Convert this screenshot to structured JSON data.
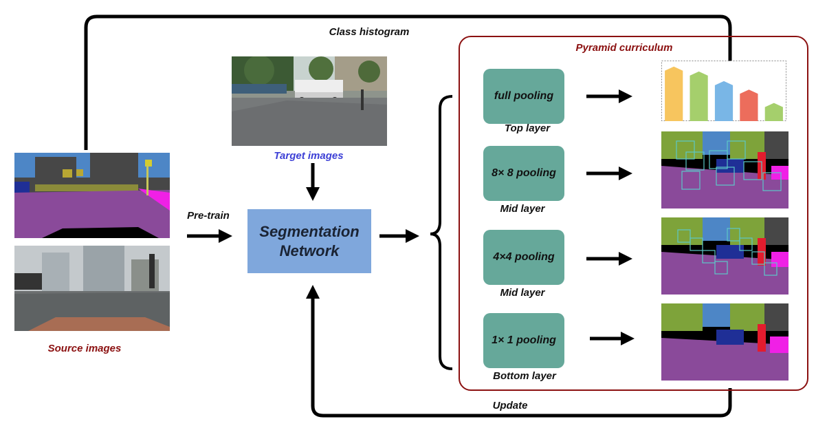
{
  "labels": {
    "class_histogram": "Class histogram",
    "pyramid_curriculum": "Pyramid curriculum",
    "target_images": "Target images",
    "source_images": "Source images",
    "pre_train": "Pre-train",
    "update": "Update"
  },
  "network": {
    "line1": "Segmentation",
    "line2": "Network"
  },
  "pooling": [
    {
      "label": "full pooling",
      "layer": "Top layer"
    },
    {
      "label": "8× 8 pooling",
      "layer": "Mid layer"
    },
    {
      "label": "4×4 pooling",
      "layer": "Mid layer"
    },
    {
      "label": "1× 1 pooling",
      "layer": "Bottom layer"
    }
  ],
  "histogram": {
    "values": [
      0.9,
      0.82,
      0.66,
      0.52,
      0.3
    ],
    "colors": [
      "#f7c55e",
      "#a5cf6c",
      "#79b6e6",
      "#ec6d5c",
      "#a5cf6c"
    ]
  },
  "colors": {
    "curriculum_border": "#8b1010",
    "network_fill": "#7fa7dc",
    "pooling_fill": "#66a89a",
    "road": "#8a4a9a",
    "vegetation": "#7ea33a",
    "sky": "#4d86c6",
    "car": "#1f2f96",
    "person": "#e31c2e",
    "sidewalk": "#f020e6",
    "building": "#474747"
  }
}
